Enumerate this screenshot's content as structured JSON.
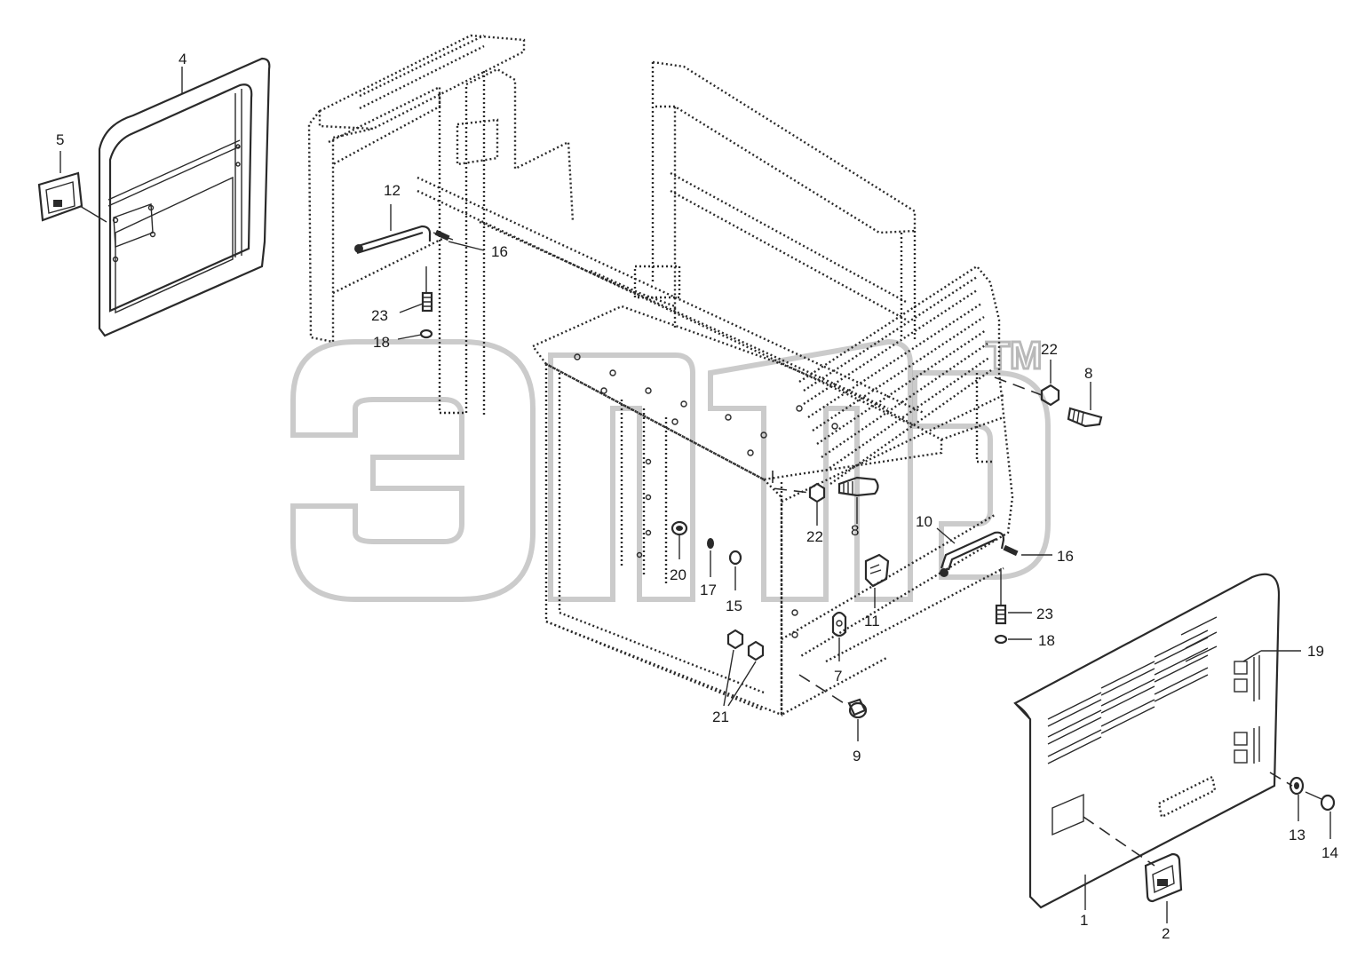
{
  "diagram": {
    "watermark": {
      "text": "эпф",
      "tm": "TM"
    },
    "callouts": [
      {
        "id": "c1",
        "text": "1"
      },
      {
        "id": "c2",
        "text": "2"
      },
      {
        "id": "c4",
        "text": "4"
      },
      {
        "id": "c5",
        "text": "5"
      },
      {
        "id": "c7",
        "text": "7"
      },
      {
        "id": "c8a",
        "text": "8"
      },
      {
        "id": "c8b",
        "text": "8"
      },
      {
        "id": "c9",
        "text": "9"
      },
      {
        "id": "c10",
        "text": "10"
      },
      {
        "id": "c11",
        "text": "11"
      },
      {
        "id": "c12",
        "text": "12"
      },
      {
        "id": "c13",
        "text": "13"
      },
      {
        "id": "c14",
        "text": "14"
      },
      {
        "id": "c15",
        "text": "15"
      },
      {
        "id": "c16a",
        "text": "16"
      },
      {
        "id": "c16b",
        "text": "16"
      },
      {
        "id": "c17",
        "text": "17"
      },
      {
        "id": "c18a",
        "text": "18"
      },
      {
        "id": "c18b",
        "text": "18"
      },
      {
        "id": "c19",
        "text": "19"
      },
      {
        "id": "c20",
        "text": "20"
      },
      {
        "id": "c21",
        "text": "21"
      },
      {
        "id": "c22a",
        "text": "22"
      },
      {
        "id": "c22b",
        "text": "22"
      },
      {
        "id": "c23a",
        "text": "23"
      },
      {
        "id": "c23b",
        "text": "23"
      }
    ]
  }
}
